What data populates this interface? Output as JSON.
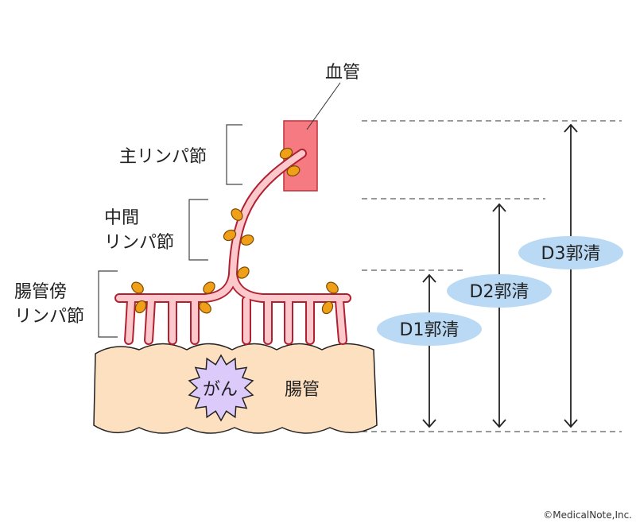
{
  "labels": {
    "blood_vessel": "血管",
    "main_node": "主リンパ節",
    "intermediate_line1": "中間",
    "intermediate_line2": "リンパ節",
    "paracolic_line1": "腸管傍",
    "paracolic_line2": "リンパ節",
    "cancer": "がん",
    "intestine": "腸管"
  },
  "dissection": {
    "d1": "D1郭清",
    "d2": "D2郭清",
    "d3": "D3郭清"
  },
  "copyright": "©MedicalNote,Inc.",
  "colors": {
    "vessel": "#f57a82",
    "lymph": "#fcc8cc",
    "node": "#f0a018",
    "intestine": "#fde0c0",
    "cancer": "#dccafa",
    "pill": "#b9d9f4"
  }
}
